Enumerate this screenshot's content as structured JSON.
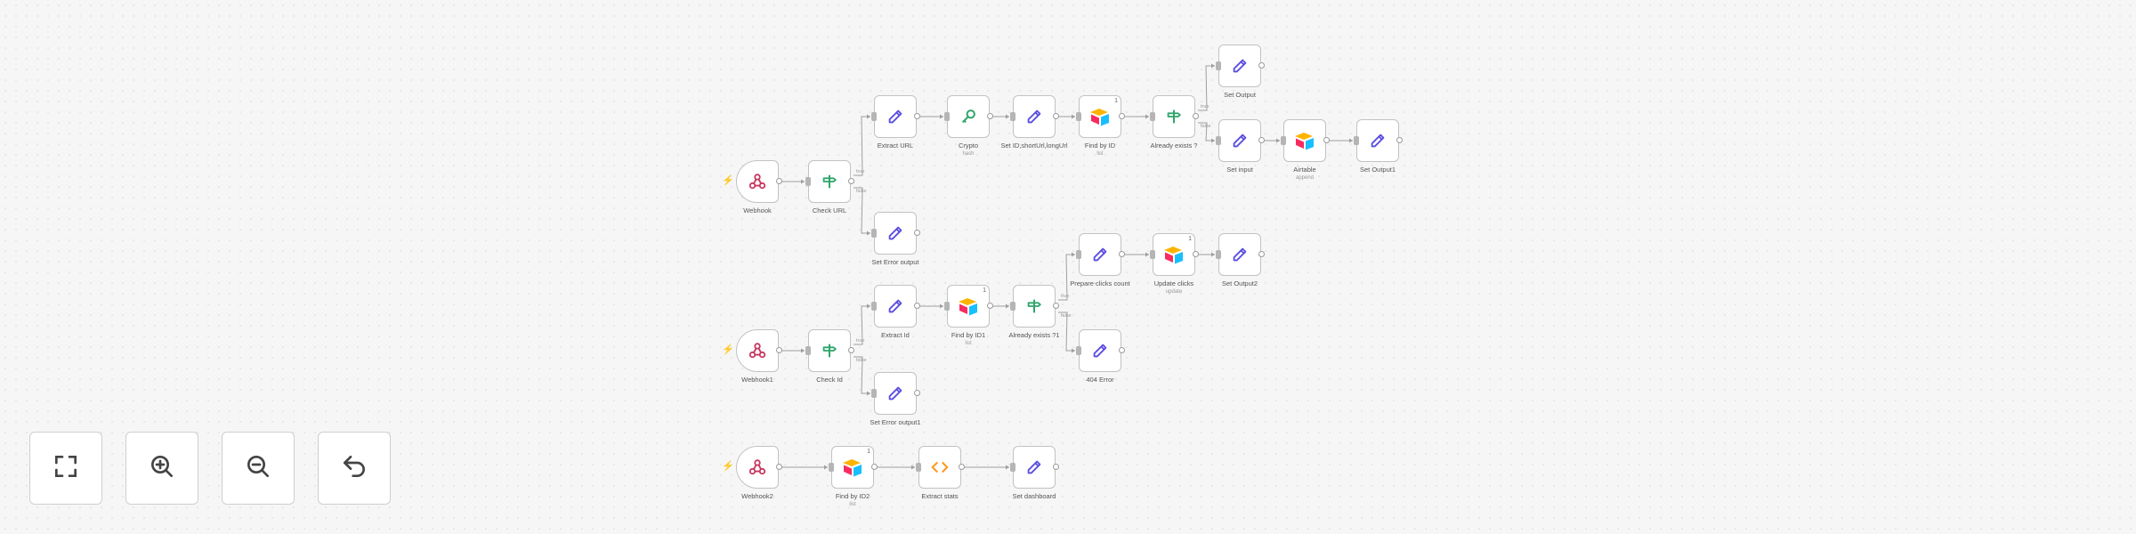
{
  "colors": {
    "accent": "#ff6d5a",
    "edit_purple": "#5b4ee0",
    "if_green": "#2fa56a",
    "airtable_yellow": "#fcb400",
    "airtable_red": "#f82b60",
    "airtable_blue": "#18bfff",
    "code_orange": "#ff9922"
  },
  "controls": [
    {
      "name": "fit-view-button",
      "icon": "fit-view-icon"
    },
    {
      "name": "zoom-in-button",
      "icon": "zoom-in-icon"
    },
    {
      "name": "zoom-out-button",
      "icon": "zoom-out-icon"
    },
    {
      "name": "undo-button",
      "icon": "undo-icon"
    }
  ],
  "nodes": [
    {
      "key": "webhook",
      "label": "Webhook",
      "icon": "webhook-icon",
      "trigger": true
    },
    {
      "key": "check_url",
      "label": "Check URL",
      "icon": "if-icon"
    },
    {
      "key": "extract_url",
      "label": "Extract URL",
      "icon": "edit-icon"
    },
    {
      "key": "crypto",
      "label": "Crypto",
      "sub": "hash",
      "icon": "key-icon"
    },
    {
      "key": "set_id",
      "label": "Set ID,shortUrl,longUrl",
      "icon": "edit-icon"
    },
    {
      "key": "find_by_id",
      "label": "Find by ID",
      "sub": "list",
      "icon": "airtable-icon",
      "badge": "1"
    },
    {
      "key": "already_exists",
      "label": "Already exists ?",
      "icon": "if-icon"
    },
    {
      "key": "set_output",
      "label": "Set Output",
      "icon": "edit-icon"
    },
    {
      "key": "set_input",
      "label": "Set input",
      "icon": "edit-icon"
    },
    {
      "key": "airtable",
      "label": "Airtable",
      "sub": "append",
      "icon": "airtable-icon"
    },
    {
      "key": "set_output1",
      "label": "Set Output1",
      "icon": "edit-icon"
    },
    {
      "key": "set_error_output",
      "label": "Set Error output",
      "icon": "edit-icon"
    },
    {
      "key": "webhook1",
      "label": "Webhook1",
      "icon": "webhook-icon",
      "trigger": true
    },
    {
      "key": "check_id",
      "label": "Check Id",
      "icon": "if-icon"
    },
    {
      "key": "extract_id",
      "label": "Extract Id",
      "icon": "edit-icon"
    },
    {
      "key": "find_by_id1",
      "label": "Find by ID1",
      "sub": "list",
      "icon": "airtable-icon",
      "badge": "1"
    },
    {
      "key": "already_exists1",
      "label": "Already exists ?1",
      "icon": "if-icon"
    },
    {
      "key": "prepare_clicks",
      "label": "Prepare clicks count",
      "icon": "edit-icon"
    },
    {
      "key": "update_clicks",
      "label": "Update clicks",
      "sub": "update",
      "icon": "airtable-icon",
      "badge": "1"
    },
    {
      "key": "set_output2",
      "label": "Set Output2",
      "icon": "edit-icon"
    },
    {
      "key": "set_error_output1",
      "label": "Set Error output1",
      "icon": "edit-icon"
    },
    {
      "key": "error_404",
      "label": "404 Error",
      "icon": "edit-icon"
    },
    {
      "key": "webhook2",
      "label": "Webhook2",
      "icon": "webhook-icon",
      "trigger": true
    },
    {
      "key": "find_by_id2",
      "label": "Find by ID2",
      "sub": "list",
      "icon": "airtable-icon",
      "badge": "1"
    },
    {
      "key": "extract_stats",
      "label": "Extract stats",
      "icon": "code-icon"
    },
    {
      "key": "set_dashboard",
      "label": "Set dashboard",
      "icon": "edit-icon"
    }
  ],
  "branches": {
    "true_label": "true",
    "false_label": "false"
  }
}
